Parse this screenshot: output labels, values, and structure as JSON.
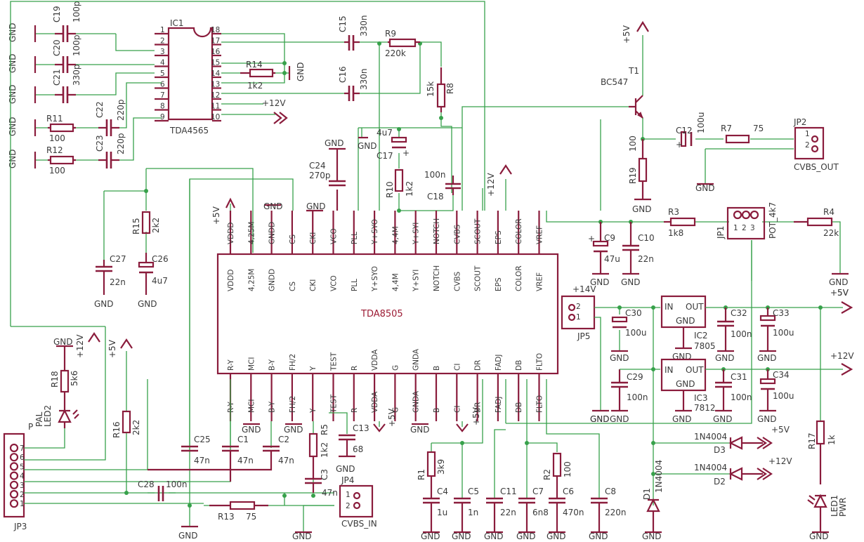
{
  "ic1": {
    "name": "IC1",
    "part": "TDA4565",
    "left_pins": [
      "1",
      "2",
      "3",
      "4",
      "5",
      "6",
      "7",
      "8",
      "9"
    ],
    "right_pins": [
      "18",
      "17",
      "16",
      "15",
      "14",
      "13",
      "12",
      "11",
      "10"
    ]
  },
  "ic_main": {
    "part": "TDA8505",
    "top_pins": [
      "VDDD",
      "4,25M",
      "GNDD",
      "CS",
      "CKI",
      "VCO",
      "PLL",
      "Y+SYO",
      "4,4M",
      "Y+SYI",
      "NOTCH",
      "CVBS",
      "SCOUT",
      "EPS",
      "COLOR",
      "VREF"
    ],
    "bottom_pins": [
      "R-Y",
      "MCI",
      "B-Y",
      "FH/2",
      "Y",
      "TEST",
      "R",
      "VDDA",
      "G",
      "GNDA",
      "B",
      "CI",
      "DR",
      "FADJ",
      "DB",
      "FLTO"
    ]
  },
  "top_nets": [
    "VDDD",
    "4,25M",
    "GNDD",
    "CS",
    "CKI",
    "VCO",
    "PLL",
    "Y+SYO",
    "4,4M",
    "Y+SYI",
    "NOTCH",
    "CVBS",
    "SCOUT",
    "EPS",
    "COLOR",
    "VREF"
  ],
  "bottom_nets": [
    "R-Y",
    "MCI",
    "B-Y",
    "FH/2",
    "Y",
    "TEST",
    "R",
    "VDDA",
    "G",
    "GNDA",
    "B",
    "CI",
    "DR",
    "FADJ",
    "DB",
    "FLTO"
  ],
  "components": {
    "C19": {
      "name": "C19",
      "value": "100p"
    },
    "C20": {
      "name": "C20",
      "value": "100p"
    },
    "C21": {
      "name": "C21",
      "value": "330p"
    },
    "R11": {
      "name": "R11",
      "value": "100"
    },
    "C22": {
      "name": "C22",
      "value": "220p"
    },
    "R12": {
      "name": "R12",
      "value": "100"
    },
    "C23": {
      "name": "C23",
      "value": "220p"
    },
    "R14": {
      "name": "R14",
      "value": "1k2"
    },
    "C15": {
      "name": "C15",
      "value": "330n"
    },
    "C16": {
      "name": "C16",
      "value": "330n"
    },
    "R9": {
      "name": "R9",
      "value": "220k"
    },
    "R8": {
      "name": "R8",
      "value": "15k"
    },
    "C17": {
      "name": "C17",
      "value": "4u7"
    },
    "R10": {
      "name": "R10",
      "value": "1k2"
    },
    "C18": {
      "name": "C18",
      "value": "100n"
    },
    "C24": {
      "name": "C24",
      "value": "270p"
    },
    "R15": {
      "name": "R15",
      "value": "2k2"
    },
    "C27": {
      "name": "C27",
      "value": "22n"
    },
    "C26": {
      "name": "C26",
      "value": "4u7"
    },
    "T1": {
      "name": "T1",
      "value": "BC547"
    },
    "C12": {
      "name": "C12",
      "value": "100u"
    },
    "R7": {
      "name": "R7",
      "value": "75"
    },
    "R19": {
      "name": "R19",
      "value": "100"
    },
    "R3": {
      "name": "R3",
      "value": "1k8"
    },
    "R4": {
      "name": "R4",
      "value": "22k"
    },
    "C9": {
      "name": "C9",
      "value": "47u"
    },
    "C10": {
      "name": "C10",
      "value": "22n"
    },
    "C30": {
      "name": "C30",
      "value": "100u"
    },
    "C32": {
      "name": "C32",
      "value": "100n"
    },
    "C33": {
      "name": "C33",
      "value": "100u"
    },
    "C29": {
      "name": "C29",
      "value": "100n"
    },
    "C31": {
      "name": "C31",
      "value": "100n"
    },
    "C34": {
      "name": "C34",
      "value": "100u"
    },
    "IC2": {
      "name": "IC2",
      "value": "7805"
    },
    "IC3": {
      "name": "IC3",
      "value": "7812"
    },
    "D3": {
      "name": "D3",
      "value": "1N4004"
    },
    "D2": {
      "name": "D2",
      "value": "1N4004"
    },
    "D1": {
      "name": "D1",
      "value": "1N4004"
    },
    "R17": {
      "name": "R17",
      "value": "1k"
    },
    "LED1": {
      "name": "LED1",
      "value": "PWR"
    },
    "R18": {
      "name": "R18",
      "value": "5k6"
    },
    "LED2": {
      "name": "LED2",
      "value": "PAL"
    },
    "R16": {
      "name": "R16",
      "value": "2k2"
    },
    "C25": {
      "name": "C25",
      "value": "47n"
    },
    "C1": {
      "name": "C1",
      "value": "47n"
    },
    "C2": {
      "name": "C2",
      "value": "47n"
    },
    "C28": {
      "name": "C28",
      "value": "100n"
    },
    "R13": {
      "name": "R13",
      "value": "75"
    },
    "R5": {
      "name": "R5",
      "value": "1k2"
    },
    "C13": {
      "name": "C13",
      "value": "68"
    },
    "C3": {
      "name": "C3",
      "value": "47n"
    },
    "R1": {
      "name": "R1",
      "value": "3k9"
    },
    "C4": {
      "name": "C4",
      "value": "1u"
    },
    "C5": {
      "name": "C5",
      "value": "1n"
    },
    "C11": {
      "name": "C11",
      "value": "22n"
    },
    "C7": {
      "name": "C7",
      "value": "6n8"
    },
    "R2": {
      "name": "R2",
      "value": "100"
    },
    "C6": {
      "name": "C6",
      "value": "470n"
    },
    "C8": {
      "name": "C8",
      "value": "220n"
    }
  },
  "connectors": {
    "JP2": {
      "name": "JP2",
      "label": "CVBS_OUT",
      "pins": [
        "1",
        "2"
      ]
    },
    "JP4": {
      "name": "JP4",
      "label": "CVBS_IN",
      "pins": [
        "1",
        "2"
      ]
    },
    "JP5": {
      "name": "JP5",
      "label": "+14V",
      "pins": [
        "2",
        "1"
      ]
    },
    "JP1": {
      "name": "JP1",
      "label": "POT_4k7",
      "pins": [
        "1",
        "2",
        "3"
      ]
    },
    "JP3": {
      "name": "JP3",
      "label": "P",
      "pins": [
        "7",
        "6",
        "5",
        "4",
        "3",
        "2",
        "1"
      ]
    }
  },
  "regulator_pins": {
    "in": "IN",
    "out": "OUT",
    "gnd": "GND"
  },
  "labels": {
    "gnd": "GND",
    "p5v": "+5V",
    "p12v": "+12V",
    "p14v": "+14V",
    "plus": "+"
  }
}
